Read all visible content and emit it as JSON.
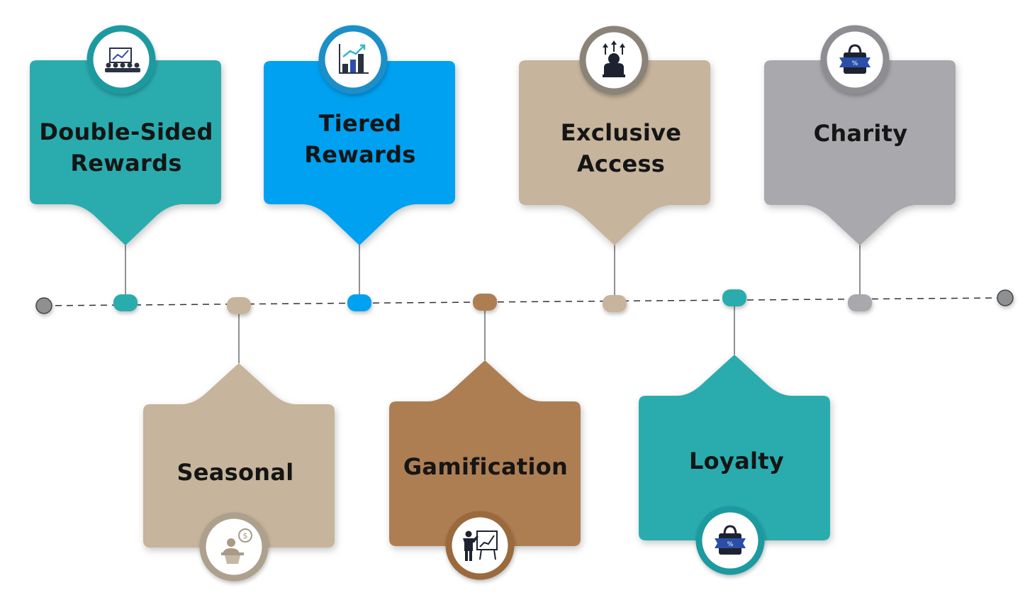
{
  "colors": {
    "teal": "#2aacaf",
    "blue": "#04a1f1",
    "beige": "#c6b49c",
    "gray": "#a8a8ad",
    "brown": "#ae7e52",
    "timeline_node": "#8f9092",
    "icon_dark": "#2a3142",
    "icon_blue": "#2b4fa8"
  },
  "timeline": {
    "dots": [
      "teal",
      "beige",
      "blue",
      "brown",
      "beige",
      "teal",
      "gray"
    ]
  },
  "cards": [
    {
      "id": "double-sided-rewards",
      "line1": "Double-Sided",
      "line2": "Rewards",
      "color": "teal",
      "position": "top",
      "icon": "presentation-audience-icon"
    },
    {
      "id": "tiered-rewards",
      "line1": "Tiered",
      "line2": "Rewards",
      "color": "blue",
      "position": "top",
      "icon": "growth-chart-icon"
    },
    {
      "id": "exclusive-access",
      "line1": "Exclusive",
      "line2": "Access",
      "color": "beige",
      "position": "top",
      "icon": "person-arrows-icon"
    },
    {
      "id": "charity",
      "line1": "Charity",
      "line2": "",
      "color": "gray",
      "position": "top",
      "icon": "shopping-bag-discount-icon"
    },
    {
      "id": "seasonal",
      "line1": "Seasonal",
      "line2": "",
      "color": "beige",
      "position": "bottom",
      "icon": "speaker-podium-dollar-icon"
    },
    {
      "id": "gamification",
      "line1": "Gamification",
      "line2": "",
      "color": "brown",
      "position": "bottom",
      "icon": "presenter-chart-icon"
    },
    {
      "id": "loyalty",
      "line1": "Loyalty",
      "line2": "",
      "color": "teal",
      "position": "bottom",
      "icon": "shopping-bag-discount-icon"
    }
  ]
}
